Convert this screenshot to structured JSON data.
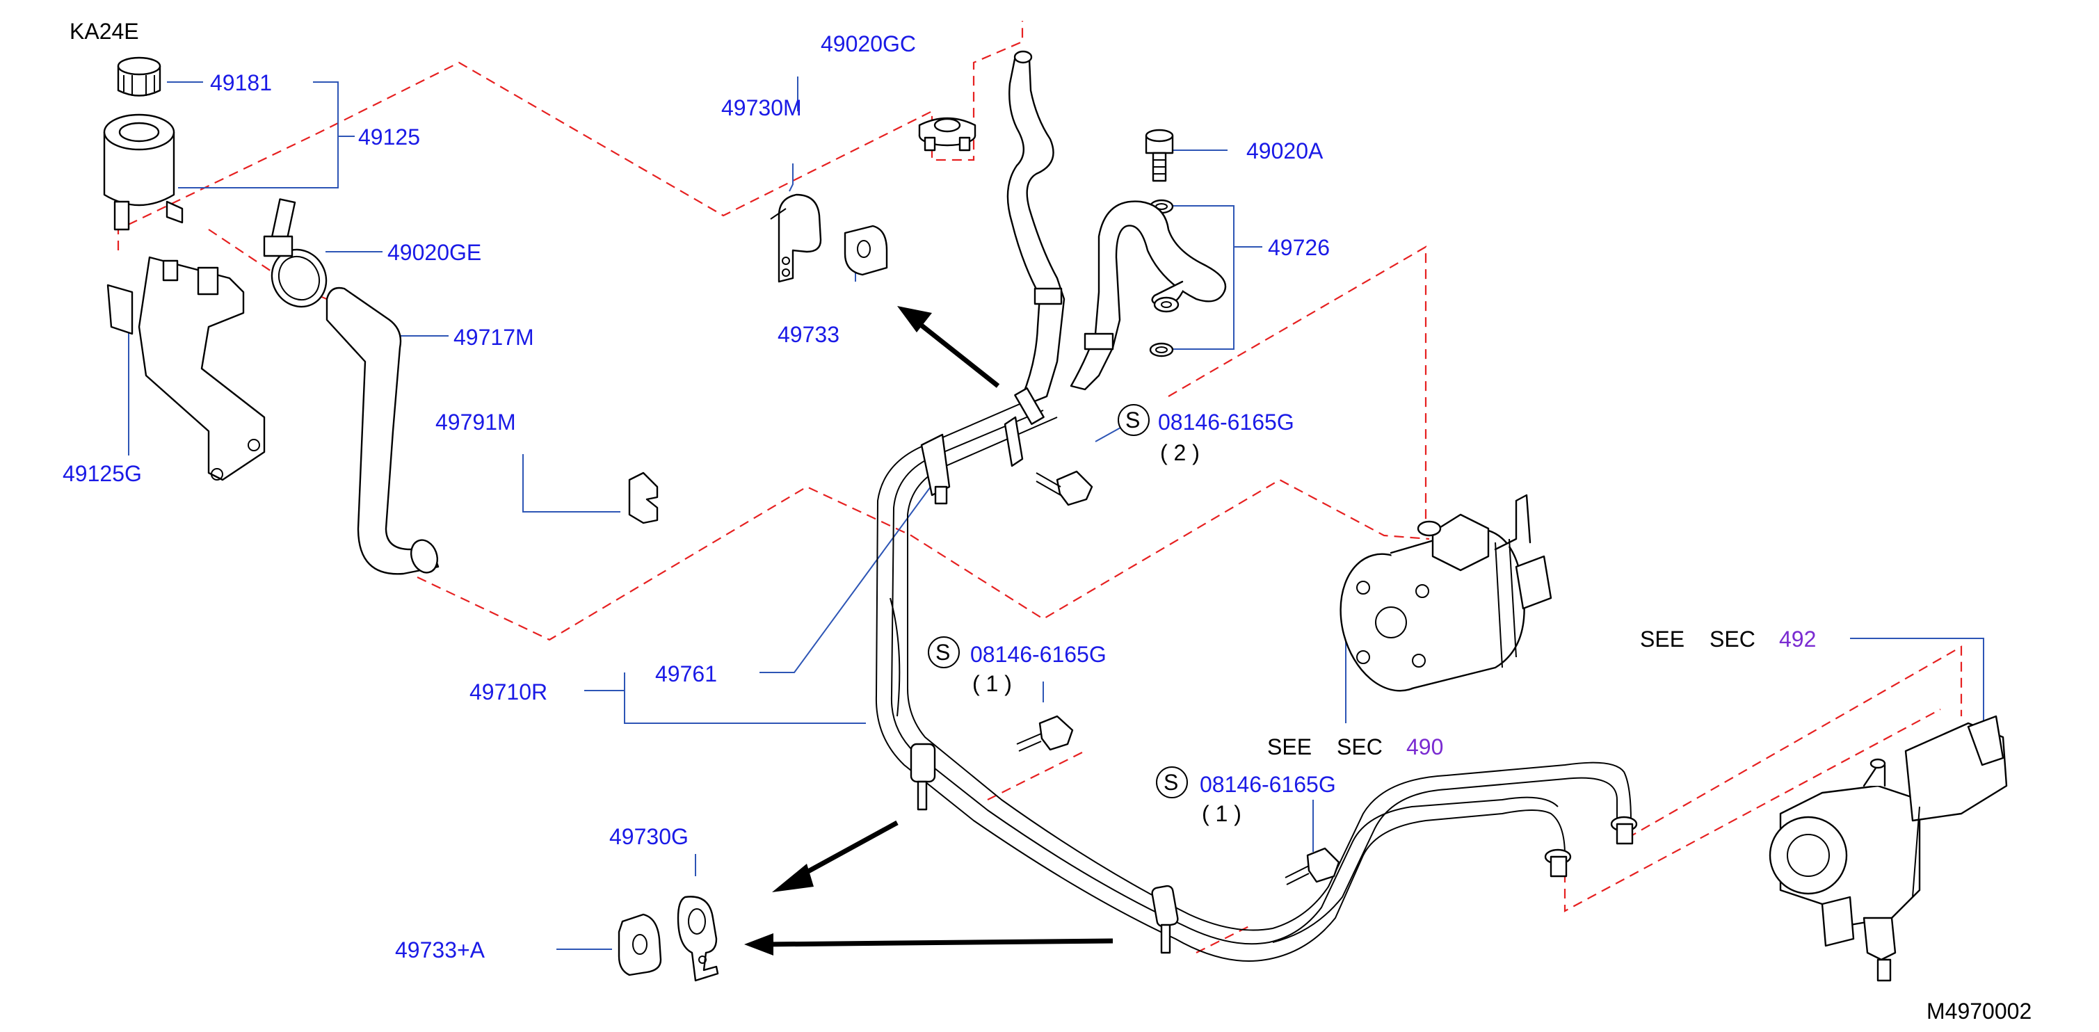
{
  "engine": "KA24E",
  "drawing_no": "M4970002",
  "colors": {
    "label": "#1a1ae6",
    "reference": "#7a2bd1",
    "dash": "#e62020",
    "leader": "#2d55b5"
  },
  "parts": {
    "p49181": "49181",
    "p49125": "49125",
    "p49020GE": "49020GE",
    "p49717M": "49717M",
    "p49125G": "49125G",
    "p49791M": "49791M",
    "p49730M": "49730M",
    "p49020GC": "49020GC",
    "p49733": "49733",
    "p49020A": "49020A",
    "p49726": "49726",
    "p49710R": "49710R",
    "p49761": "49761",
    "p49730G": "49730G",
    "p49733A": "49733+A"
  },
  "bolts": [
    {
      "symbol": "S",
      "part": "08146-6165G",
      "qty": "( 2 )"
    },
    {
      "symbol": "S",
      "part": "08146-6165G",
      "qty": "( 1 )"
    },
    {
      "symbol": "S",
      "part": "08146-6165G",
      "qty": "( 1 )"
    }
  ],
  "references": [
    {
      "see": "SEE",
      "sec": "SEC",
      "num": "490"
    },
    {
      "see": "SEE",
      "sec": "SEC",
      "num": "492"
    }
  ]
}
